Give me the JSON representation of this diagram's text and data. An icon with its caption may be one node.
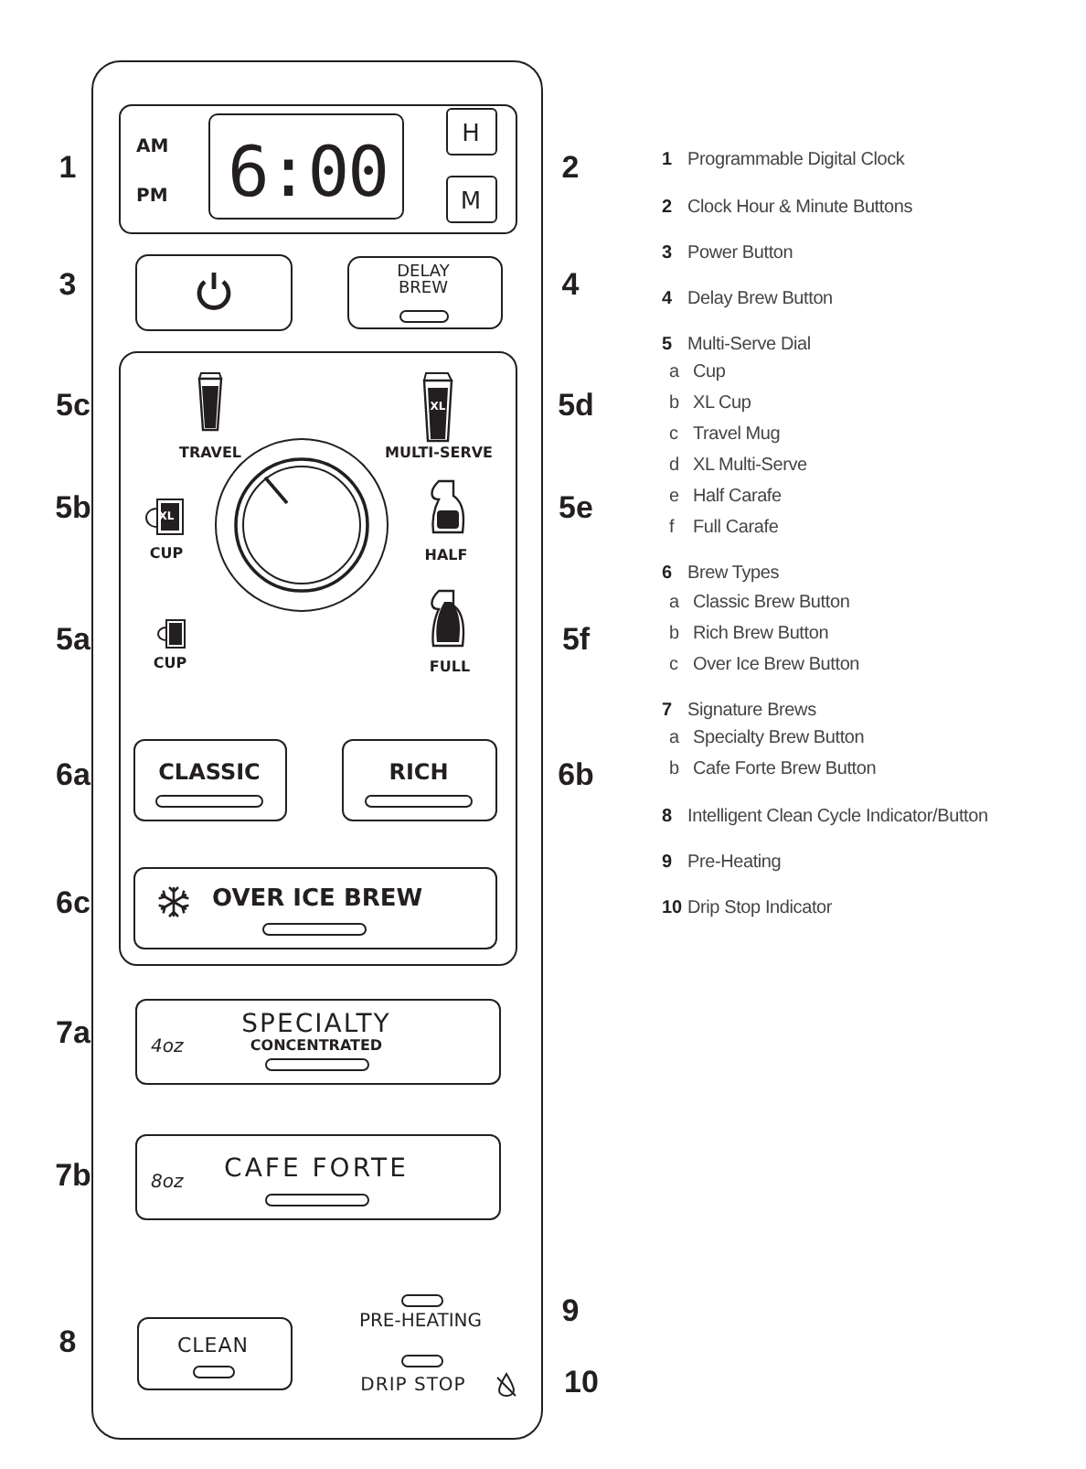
{
  "diagram": {
    "nodes": [
      {
        "text": [],
        "shape": "box"
      },
      {
        "text": [
          "AM",
          "PM"
        ],
        "in": 0
      },
      {
        "text": [
          "6:00"
        ],
        "in": 1
      },
      {
        "text": [
          "H"
        ],
        "in": 1
      },
      {
        "text": [
          "M"
        ],
        "in": 1
      },
      {
        "text": [],
        "shape": "box",
        "in": 0
      },
      {
        "text": [
          "DELAY BREW"
        ],
        "in": 0
      },
      {
        "text": [],
        "shape": "box",
        "in": 0
      },
      {
        "text": [
          "CLASSIC"
        ],
        "in": 7
      },
      {
        "text": [
          "RICH"
        ],
        "in": 7
      },
      {
        "text": [
          "OVER ICE BREW"
        ],
        "in": 7
      },
      {
        "text": [
          "4oz",
          "SPECIALTY",
          "CONCENTRATED"
        ],
        "in": 0
      },
      {
        "text": [
          "8oz",
          "CAFE FORTE"
        ],
        "in": 0
      },
      {
        "text": [
          "CLEAN"
        ],
        "in": 0
      }
    ],
    "edges": [],
    "labels": [
      "XL",
      "TRAVEL",
      "MULTI-SERVE",
      "XL",
      "CUP",
      "HALF",
      "CUP",
      "FULL",
      "PRE-HEATING",
      "DRIP STOP",
      "1",
      "2",
      "3",
      "4",
      "5c",
      "5d",
      "5b",
      "5e",
      "5a",
      "5f",
      "6a",
      "6b",
      "6c",
      "7a",
      "7b",
      "9",
      "8",
      "10",
      "1",
      "Programmable Digital Clock",
      "2",
      "Clock Hour & Minute Buttons",
      "3",
      "Power Button",
      "4",
      "Delay Brew Button",
      "5",
      "Multi-Serve Dial",
      "a",
      "Cup",
      "b",
      "XL Cup",
      "c",
      "Travel Mug",
      "d",
      "XL Multi-Serve",
      "e",
      "Half Carafe",
      "f",
      "Full Carafe",
      "6",
      "Brew Types",
      "a",
      "Classic Brew Button",
      "b",
      "Rich Brew Button",
      "c",
      "Over Ice Brew Button",
      "7",
      "Signature Brews",
      "a",
      "Specialty Brew Button",
      "b",
      "Cafe Forte Brew Button",
      "8",
      "Intelligent Clean Cycle Indicator/Button",
      "9",
      "Pre-Heating",
      "10",
      "Drip Stop Indicator"
    ]
  }
}
